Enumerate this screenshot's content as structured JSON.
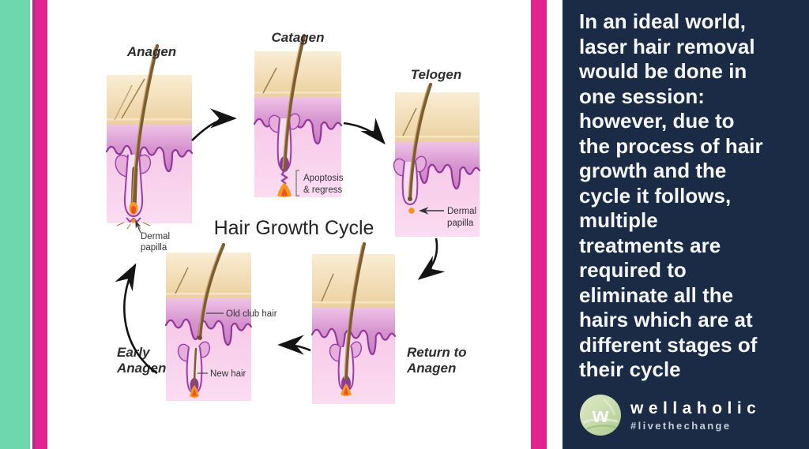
{
  "colors": {
    "teal_stripe": "#6ed7ae",
    "magenta_stripe": "#e12490",
    "navy_panel": "#1b2a45",
    "skin_tan": "#f2d9a8",
    "epidermis_purple": "#cd8ac6",
    "wavy_line_purple": "#93359b",
    "dermis_pink": "#f8cdeb",
    "bulb_orange": "#f6961e",
    "hair_brown": "#7d5c2e",
    "logo_green": "#b5cf9c"
  },
  "diagram": {
    "title": "Hair Growth Cycle",
    "stages": {
      "anagen": {
        "label": "Anagen",
        "caption_line1": "Dermal",
        "caption_line2": "papilla"
      },
      "catagen": {
        "label": "Catagen",
        "caption_line1": "Apoptosis",
        "caption_line2": "& regress"
      },
      "telogen": {
        "label": "Telogen",
        "caption_line1": "Dermal",
        "caption_line2": "papilla"
      },
      "return_to_anagen": {
        "label_line1": "Return to",
        "label_line2": "Anagen"
      },
      "early_anagen": {
        "label_line1": "Early",
        "label_line2": "Anagen",
        "caption_old": "Old club hair",
        "caption_new": "New hair"
      }
    }
  },
  "panel": {
    "paragraph": "In an ideal world,\nlaser hair removal\nwould be done in\none session:\nhowever, due to\nthe process of hair\ngrowth and the\ncycle it follows,\nmultiple\ntreatments are\nrequired to\neliminate all the\nhairs which are at\ndifferent stages of\ntheir cycle",
    "logo_initial": "w",
    "brand": "wellaholic",
    "tagline": "#livethechange"
  }
}
